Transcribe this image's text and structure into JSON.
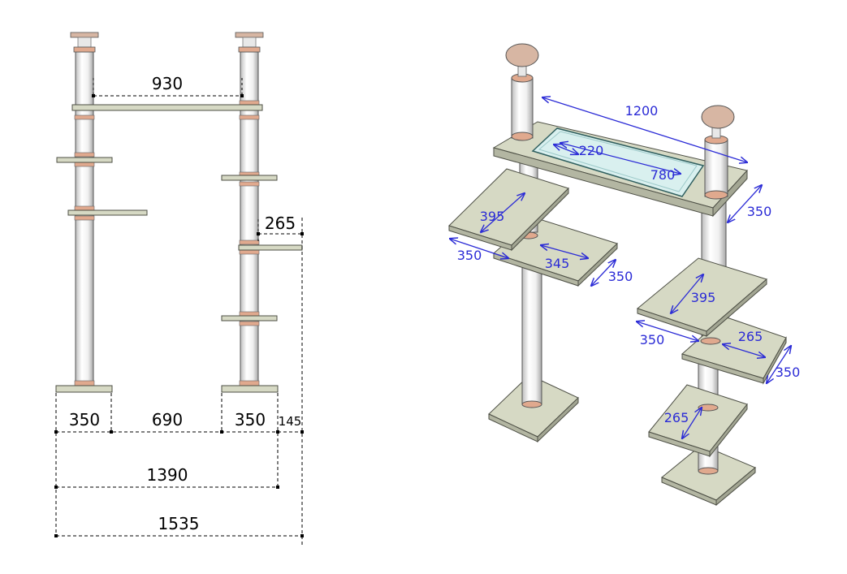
{
  "colors": {
    "board": "#d6d9c4",
    "board_edge": "#4d4f45",
    "board_side": "#b3b6a2",
    "post": "#f2f2f2",
    "post_shade": "#bdbdbd",
    "ring": "#e0a98e",
    "cap": "#d7b6a3",
    "dim_black": "#000000",
    "dim_blue": "#2b2bd6",
    "glass": "#d9f0ef"
  },
  "front_view": {
    "top_span": "930",
    "side_shelf": "265",
    "base_left": "350",
    "base_gap": "690",
    "base_right": "350",
    "overhang": "145",
    "inner_total": "1390",
    "outer_total": "1535"
  },
  "iso_view": {
    "top_length": "1200",
    "window_width": "220",
    "window_length": "780",
    "top_depth": "350",
    "left_upper_depth": "395",
    "left_upper_side": "350",
    "left_lower_width": "345",
    "left_lower_depth": "350",
    "right_shelf_depth": "395",
    "right_shelf_side": "350",
    "right_mid_width": "265",
    "right_mid_depth": "350",
    "right_low_depth": "265"
  }
}
